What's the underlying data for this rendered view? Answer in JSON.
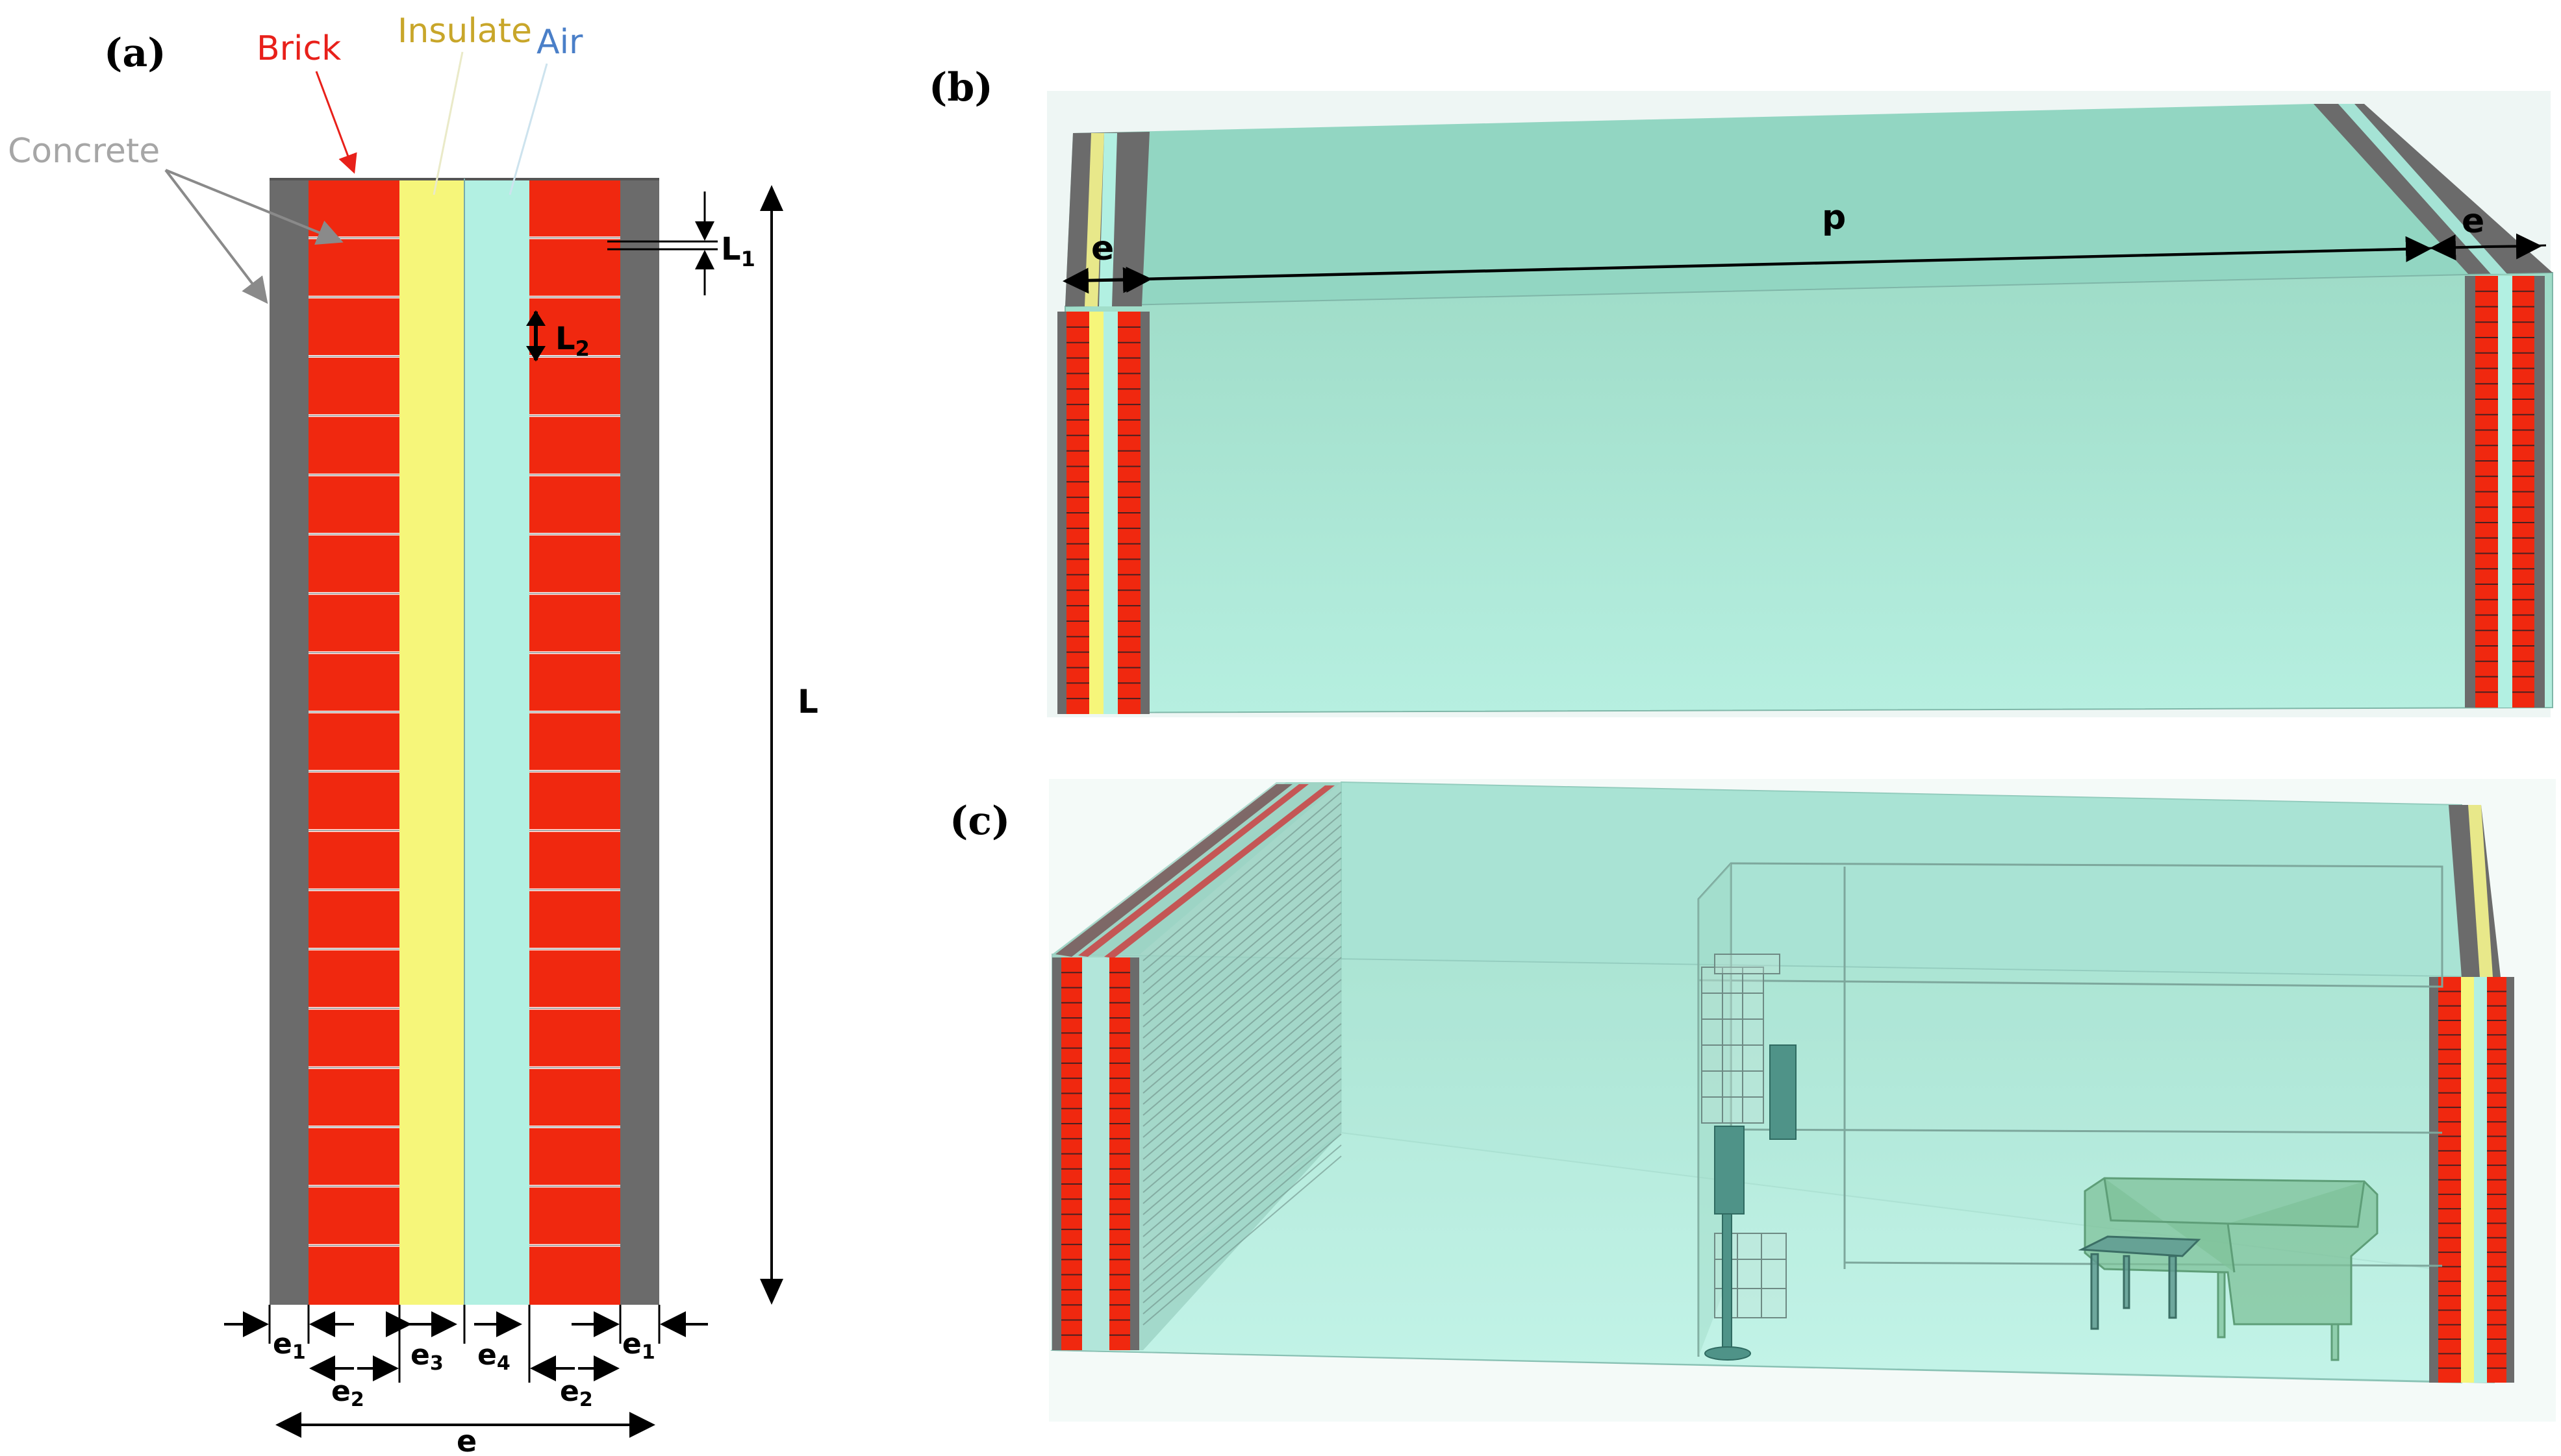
{
  "panels": {
    "a": {
      "label": "(a)",
      "materials": {
        "concrete": "Concrete",
        "brick": "Brick",
        "insulate": "Insulate",
        "air": "Air"
      },
      "dims": {
        "L": "L",
        "L1_base": "L",
        "L1_sub": "1",
        "L2_base": "L",
        "L2_sub": "2",
        "e1_base": "e",
        "e1_sub": "1",
        "e2_base": "e",
        "e2_sub": "2",
        "e3_base": "e",
        "e3_sub": "3",
        "e4_base": "e",
        "e4_sub": "4",
        "e": "e"
      },
      "brick_rows": 18
    },
    "b": {
      "label": "(b)",
      "p": "p",
      "e": "e"
    },
    "c": {
      "label": "(c)"
    }
  },
  "colors": {
    "concrete": "#6b6b6b",
    "brick": "#f0280f",
    "insulate": "#f6f67a",
    "air": "#b2f0e2",
    "room": "#a8e6d2",
    "label_brick": "#e8201a",
    "label_insulate": "#c8a62a",
    "label_air": "#4a7fc8",
    "label_concrete": "#a6a6a6"
  }
}
